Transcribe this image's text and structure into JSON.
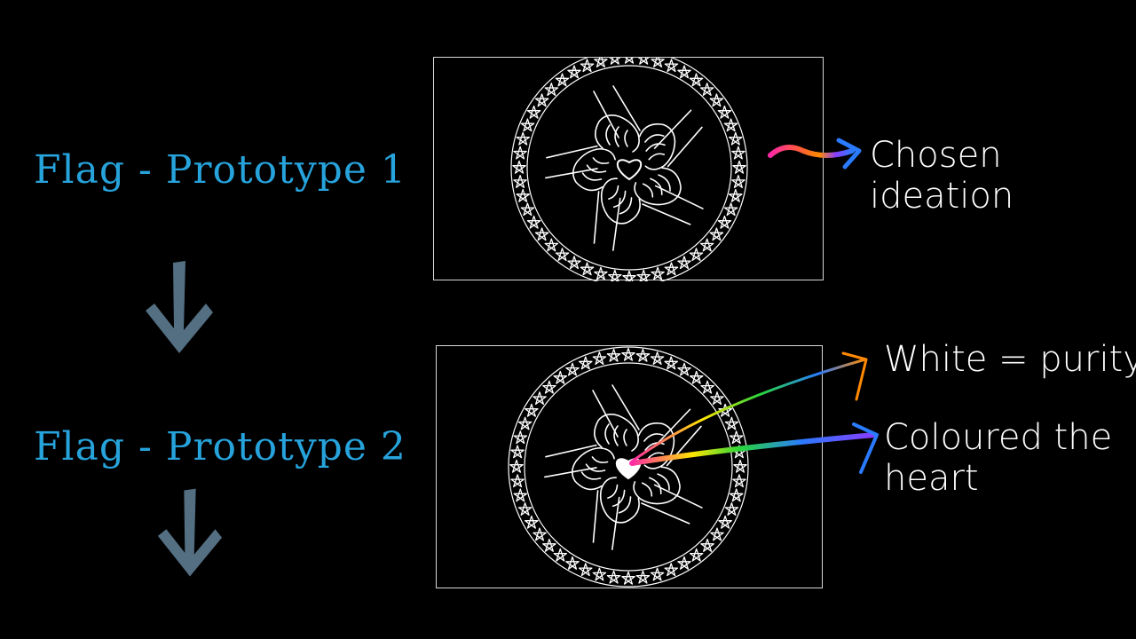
{
  "slide": {
    "title_color": "#27a3dc",
    "arrow_color": "#546e82",
    "steps": [
      {
        "label": "Flag - Prototype 1"
      },
      {
        "label": "Flag - Prototype 2"
      }
    ],
    "annotations": {
      "chosen": "Chosen ideation",
      "white_meaning": "White = purity",
      "coloured": "Coloured the heart"
    },
    "flag_icons": [
      "star-ring-icon",
      "joined-hands-icon",
      "heart-icon"
    ],
    "highlight_colors": [
      "#ff2aa6",
      "#ff8a00",
      "#ffe600",
      "#27d63c",
      "#2a7bff",
      "#8a3cff"
    ]
  }
}
